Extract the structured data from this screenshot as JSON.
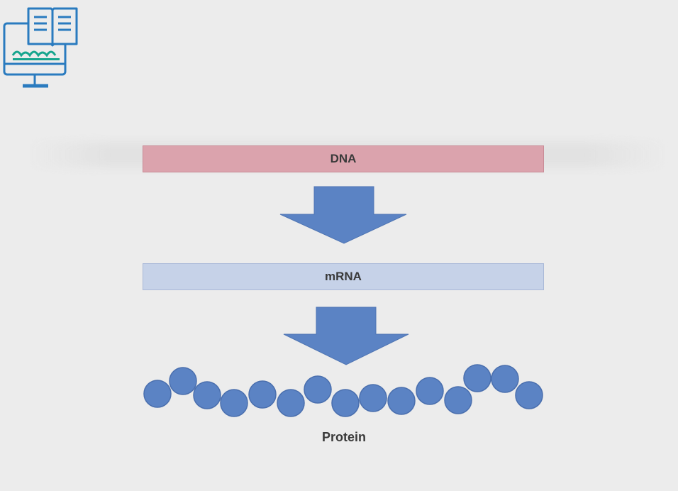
{
  "diagram": {
    "nodes": [
      {
        "id": "dna",
        "label": "DNA",
        "color": "#dba3ad"
      },
      {
        "id": "mrna",
        "label": "mRNA",
        "color": "#c6d2e8"
      },
      {
        "id": "protein",
        "label": "Protein"
      }
    ],
    "edges": [
      {
        "from": "dna",
        "to": "mrna"
      },
      {
        "from": "mrna",
        "to": "protein"
      }
    ],
    "arrow_color": "#5b83c4",
    "bead_color": "#5b83c4",
    "bead_count": 15
  },
  "logo": {
    "name": "book-computer-logo",
    "color": "#2a7bbf"
  }
}
